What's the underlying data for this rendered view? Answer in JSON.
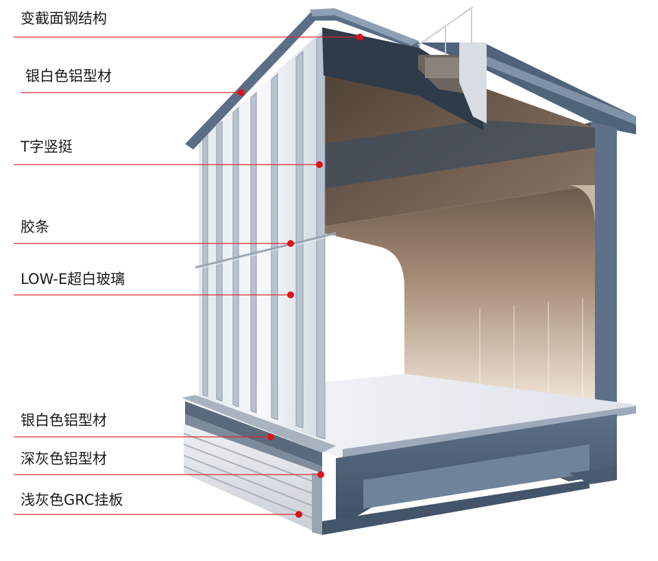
{
  "labels": [
    {
      "id": "variable-section-steel",
      "text": "变截面钢结构"
    },
    {
      "id": "silver-aluminum-top",
      "text": "银白色铝型材"
    },
    {
      "id": "t-mullion",
      "text": "T字竖挺"
    },
    {
      "id": "sealing-strip",
      "text": "胶条"
    },
    {
      "id": "low-e-glass",
      "text": "LOW-E超白玻璃"
    },
    {
      "id": "silver-aluminum-bottom",
      "text": "银白色铝型材"
    },
    {
      "id": "dark-gray-aluminum",
      "text": "深灰色铝型材"
    },
    {
      "id": "light-gray-grc-panel",
      "text": "浅灰色GRC挂板"
    }
  ],
  "colors": {
    "leader_line": "#e0282a",
    "marker_dot": "#e0101a",
    "text": "#1a1a1a"
  }
}
